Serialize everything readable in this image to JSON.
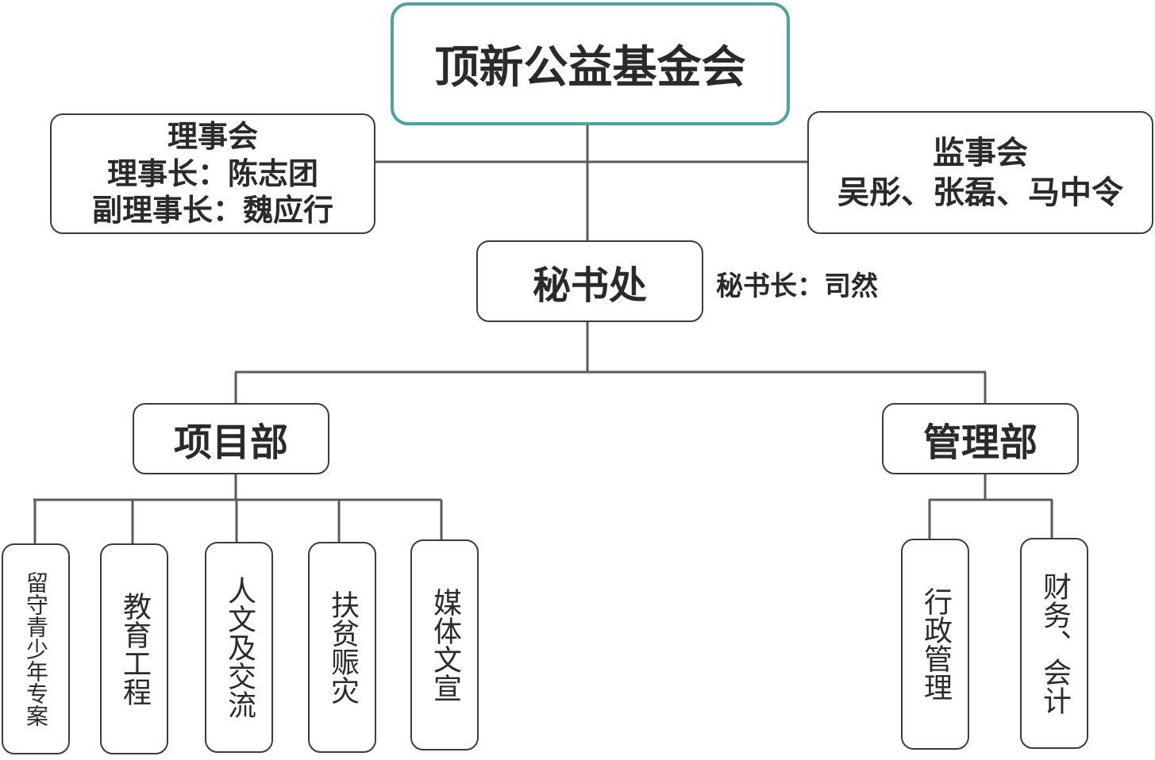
{
  "root": {
    "title": "顶新公益基金会"
  },
  "board": {
    "title": "理事会",
    "chair": "理事长：陈志团",
    "vice_chair": "副理事长：魏应行"
  },
  "supervisors": {
    "title": "监事会",
    "members": "吴彤、张磊、马中令"
  },
  "secretariat": {
    "title": "秘书处",
    "head": "秘书长：司然"
  },
  "project_dept": {
    "title": "项目部",
    "units": [
      "留守青少年专案",
      "教育工程",
      "人文及交流",
      "扶贫赈灾",
      "媒体文宣"
    ]
  },
  "admin_dept": {
    "title": "管理部",
    "units": [
      "行政管理",
      "财务、会计"
    ]
  },
  "colors": {
    "root_border": "#4fa39d",
    "border": "#3c3c3c",
    "line": "#5a5a5a"
  }
}
